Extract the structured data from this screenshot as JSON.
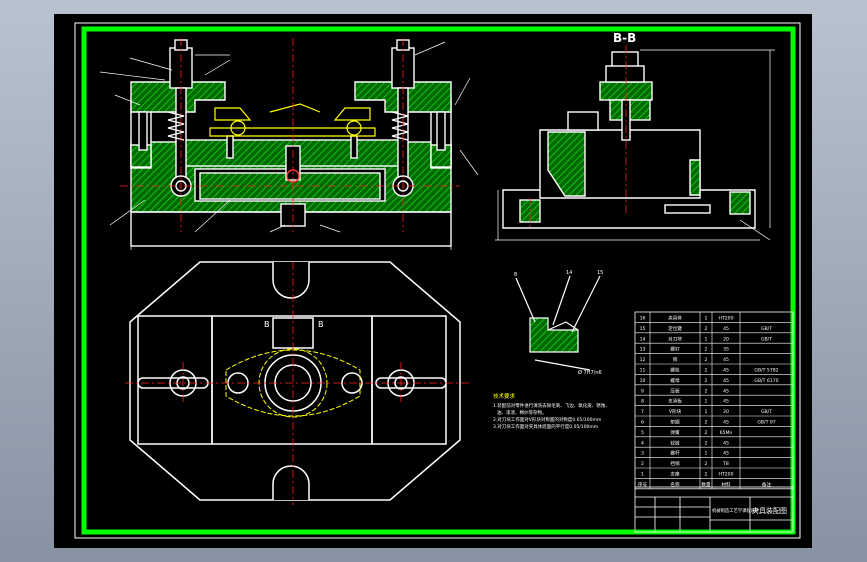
{
  "section_label": "B-B",
  "section_marks": [
    "B",
    "B"
  ],
  "detail_callouts": [
    "8",
    "14",
    "15"
  ],
  "surface_finish": "Ø 7H7/n6",
  "tech_requirements": {
    "title": "技术要求",
    "lines": [
      "1.装配前对零件进行清洗去除毛刺、飞边、氧化皮、锈蚀、",
      "油、漆渍、棉纱等杂物。",
      "2.对刀块工作面对V形块对称面的对称度0.05/100mm",
      "3.对刀块工作面对夹具体底面的平行度0.05/100mm"
    ]
  },
  "bom_rows": [
    {
      "no": "16",
      "name": "夹具体",
      "qty": "1",
      "material": "HT200",
      "note": ""
    },
    {
      "no": "15",
      "name": "定位键",
      "qty": "2",
      "material": "45",
      "note": "GB/T"
    },
    {
      "no": "14",
      "name": "对刀块",
      "qty": "1",
      "material": "20",
      "note": "GB/T"
    },
    {
      "no": "13",
      "name": "螺钉",
      "qty": "2",
      "material": "35",
      "note": ""
    },
    {
      "no": "12",
      "name": "销",
      "qty": "2",
      "material": "45",
      "note": ""
    },
    {
      "no": "11",
      "name": "螺栓",
      "qty": "2",
      "material": "45",
      "note": "GB/T 5782"
    },
    {
      "no": "10",
      "name": "螺母",
      "qty": "2",
      "material": "45",
      "note": "GB/T 6170"
    },
    {
      "no": "9",
      "name": "压板",
      "qty": "2",
      "material": "45",
      "note": ""
    },
    {
      "no": "8",
      "name": "支承板",
      "qty": "1",
      "material": "45",
      "note": ""
    },
    {
      "no": "7",
      "name": "V形块",
      "qty": "1",
      "material": "20",
      "note": "GB/T"
    },
    {
      "no": "6",
      "name": "垫圈",
      "qty": "2",
      "material": "45",
      "note": "GB/T 97"
    },
    {
      "no": "5",
      "name": "弹簧",
      "qty": "2",
      "material": "65Mn",
      "note": ""
    },
    {
      "no": "4",
      "name": "铰链",
      "qty": "2",
      "material": "45",
      "note": ""
    },
    {
      "no": "3",
      "name": "螺杆",
      "qty": "1",
      "material": "45",
      "note": ""
    },
    {
      "no": "2",
      "name": "挡销",
      "qty": "2",
      "material": "T8",
      "note": ""
    },
    {
      "no": "1",
      "name": "支座",
      "qty": "2",
      "material": "HT200",
      "note": ""
    }
  ],
  "bom_header": {
    "no": "序号",
    "name": "名称",
    "qty": "数量",
    "material": "材料",
    "note": "备注"
  },
  "title_block": {
    "title": "夹具装配图",
    "school": "机械制造工艺学课程设计"
  },
  "colors": {
    "background": "#000000",
    "frame": "#00ff00",
    "line": "#ffffff",
    "hatch": "#00c000",
    "center": "#ff0000",
    "accent": "#ffff00"
  }
}
